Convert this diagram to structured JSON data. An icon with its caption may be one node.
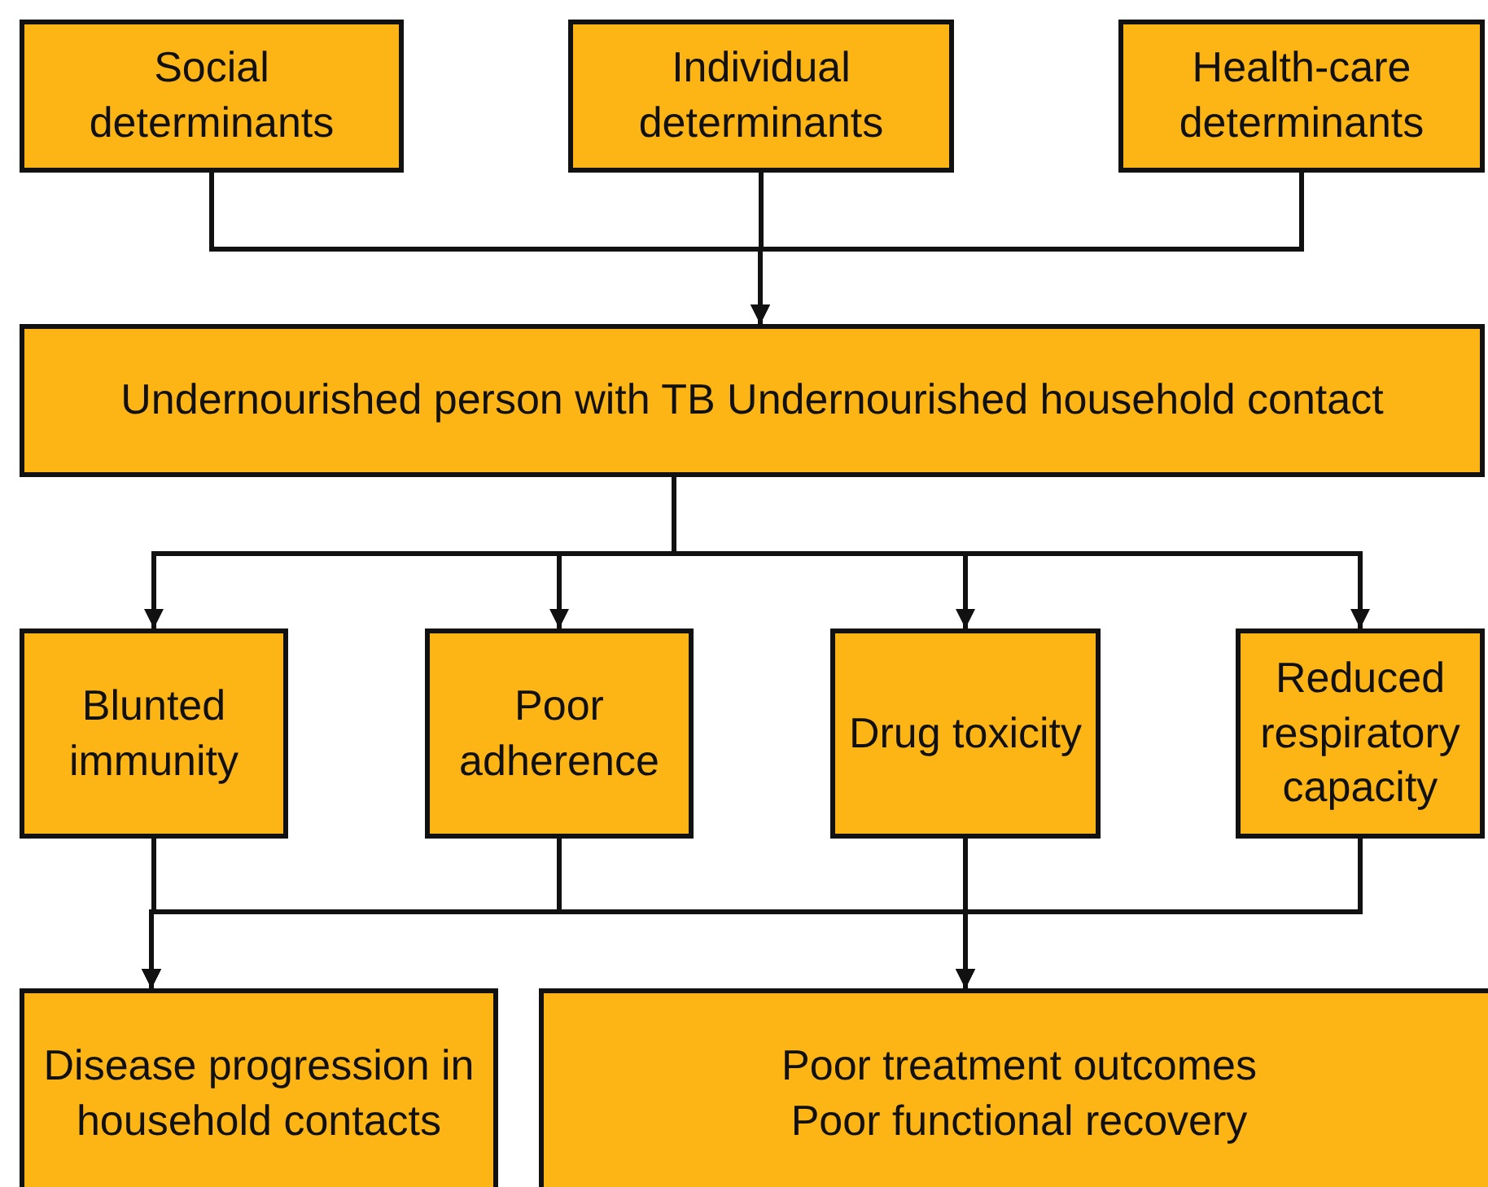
{
  "diagram": {
    "nodes": [
      {
        "text": [
          "Social determinants"
        ]
      },
      {
        "text": [
          "Individual determinants"
        ]
      },
      {
        "text": [
          "Health-care determinants"
        ]
      },
      {
        "text": [
          "Undernourished person with TB Undernourished household contact"
        ]
      },
      {
        "text": [
          "Blunted immunity"
        ]
      },
      {
        "text": [
          "Poor adherence"
        ]
      },
      {
        "text": [
          "Drug toxicity"
        ]
      },
      {
        "text": [
          "Reduced respiratory capacity"
        ]
      },
      {
        "text": [
          "Disease progression in household contacts"
        ]
      },
      {
        "text": [
          "Poor treatment outcomes",
          "Poor functional recovery"
        ]
      }
    ],
    "edges": [
      {
        "from": 0,
        "to": 3,
        "arrow": "to"
      },
      {
        "from": 1,
        "to": 3,
        "arrow": "to"
      },
      {
        "from": 2,
        "to": 3,
        "arrow": "to"
      },
      {
        "from": 3,
        "to": 4,
        "arrow": "to"
      },
      {
        "from": 3,
        "to": 5,
        "arrow": "to"
      },
      {
        "from": 3,
        "to": 6,
        "arrow": "to"
      },
      {
        "from": 3,
        "to": 7,
        "arrow": "to"
      },
      {
        "from": 4,
        "to": 8,
        "arrow": "to"
      },
      {
        "from": 5,
        "to": 8,
        "arrow": "to"
      },
      {
        "from": 6,
        "to": 8,
        "arrow": "to"
      },
      {
        "from": 7,
        "to": 8,
        "arrow": "to"
      },
      {
        "from": 4,
        "to": 9,
        "arrow": "to"
      },
      {
        "from": 5,
        "to": 9,
        "arrow": "to"
      },
      {
        "from": 6,
        "to": 9,
        "arrow": "to"
      },
      {
        "from": 7,
        "to": 9,
        "arrow": "to"
      }
    ]
  }
}
